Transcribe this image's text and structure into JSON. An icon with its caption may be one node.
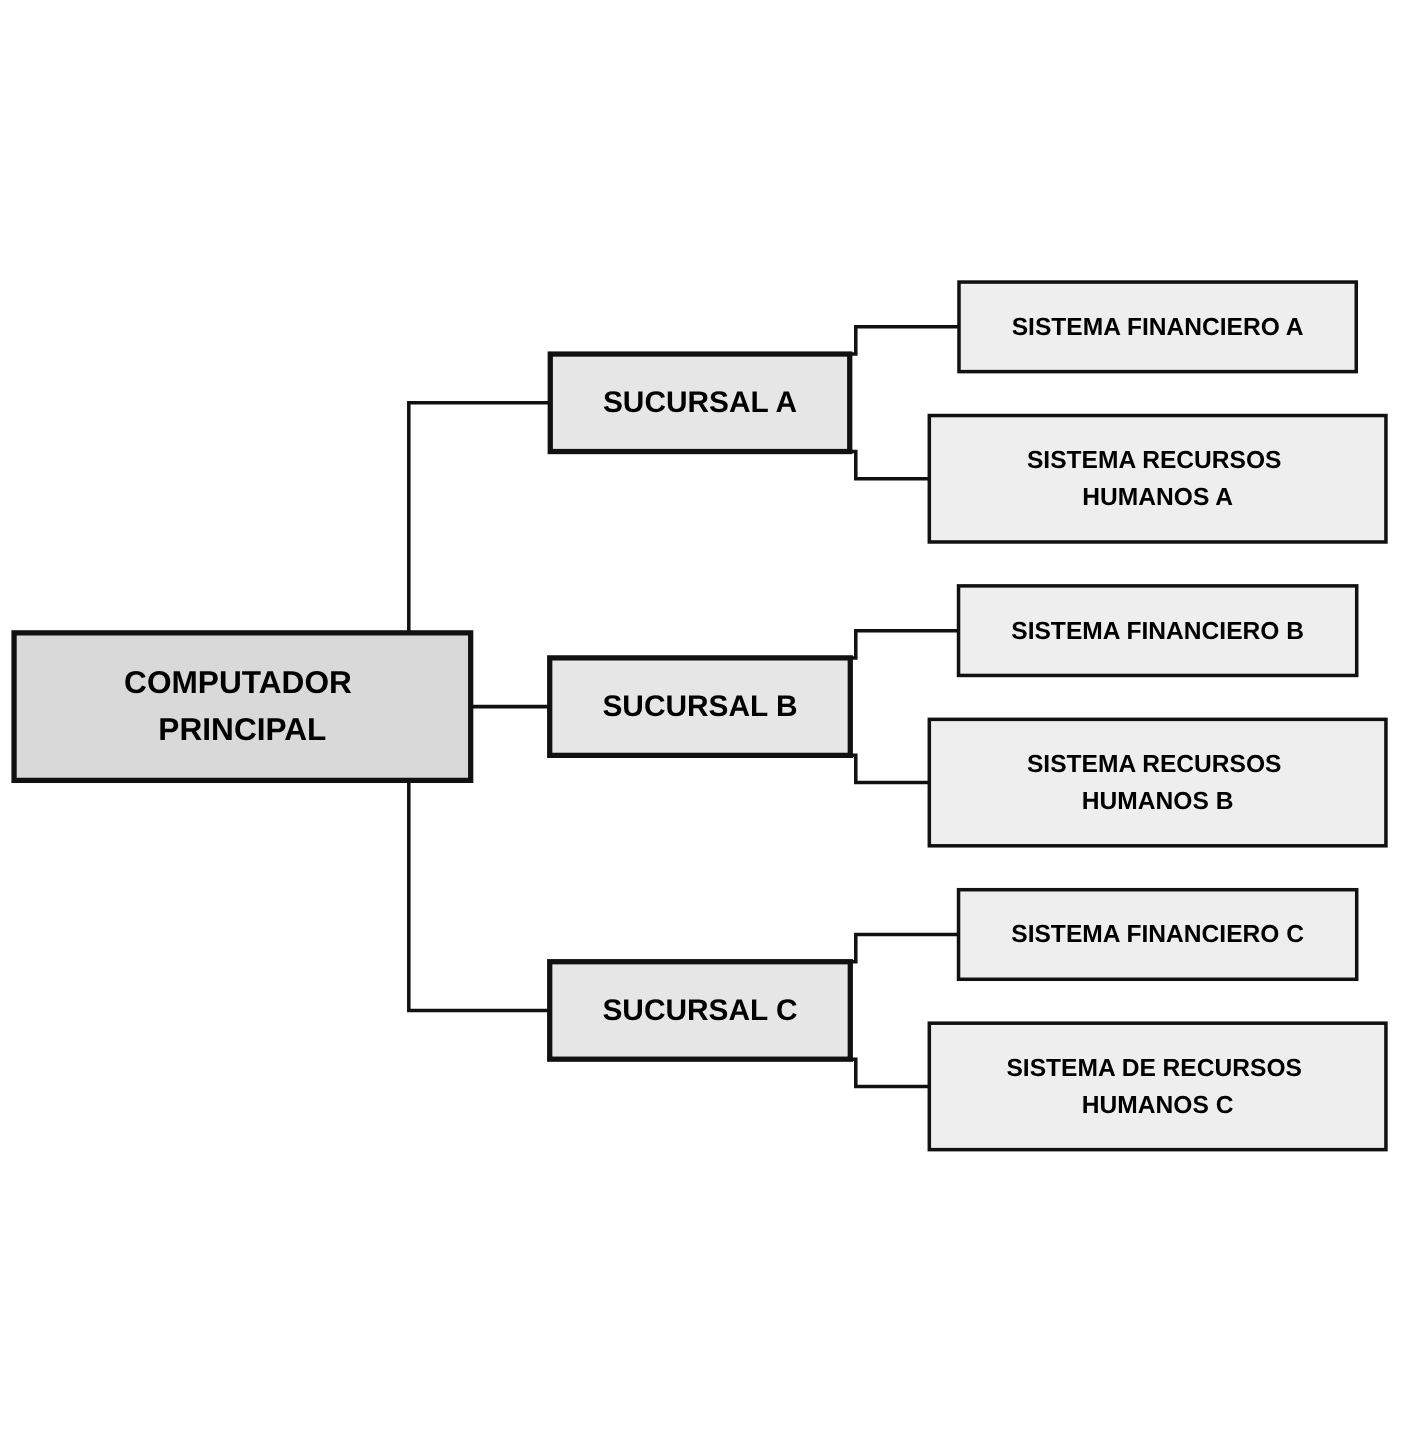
{
  "diagram": {
    "nodes": [
      {
        "text": [
          "COMPUTADOR PRINCIPAL"
        ]
      },
      {
        "text": [
          "SUCURSAL A"
        ]
      },
      {
        "text": [
          "SISTEMA FINANCIERO A"
        ]
      },
      {
        "text": [
          "SISTEMA RECURSOS HUMANOS A"
        ]
      },
      {
        "text": [
          "SUCURSAL B"
        ]
      },
      {
        "text": [
          "SISTEMA FINANCIERO B"
        ]
      },
      {
        "text": [
          "SISTEMA RECURSOS HUMANOS B"
        ]
      },
      {
        "text": [
          "SUCURSAL C"
        ]
      },
      {
        "text": [
          "SISTEMA FINANCIERO C"
        ]
      },
      {
        "text": [
          "SISTEMA DE RECURSOS HUMANOS C"
        ]
      }
    ],
    "edges": [
      {
        "from": 0,
        "to": 1,
        "arrow": "none"
      },
      {
        "from": 1,
        "to": 2,
        "arrow": "none"
      },
      {
        "from": 1,
        "to": 3,
        "arrow": "none"
      },
      {
        "from": 0,
        "to": 4,
        "arrow": "none"
      },
      {
        "from": 4,
        "to": 5,
        "arrow": "none"
      },
      {
        "from": 4,
        "to": 6,
        "arrow": "none"
      },
      {
        "from": 0,
        "to": 7,
        "arrow": "none"
      },
      {
        "from": 7,
        "to": 8,
        "arrow": "none"
      },
      {
        "from": 7,
        "to": 9,
        "arrow": "none"
      }
    ]
  }
}
